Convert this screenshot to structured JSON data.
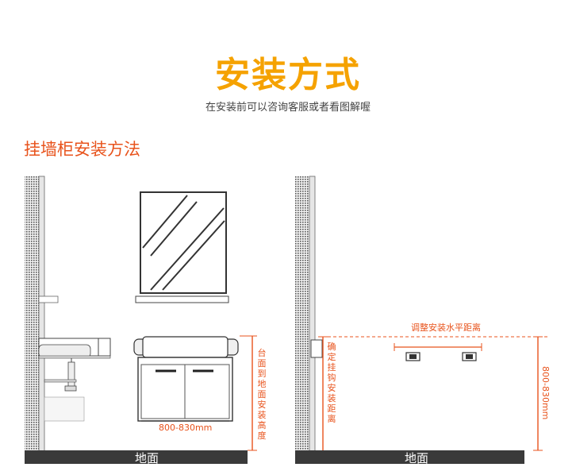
{
  "title": "安装方式",
  "subtitle": "在安装前可以咨询客服或者看图解喔",
  "section_title": "挂墙柜安装方法",
  "left_panel": {
    "measure_text": "800-830mm",
    "vertical_label": "台面到地面安装高度",
    "floor_label": "地面"
  },
  "right_panel": {
    "horizontal_label": "调整安装水平距离",
    "vertical_label": "确定挂钩安装距离",
    "measure_text": "800-830mm",
    "floor_label": "地面"
  },
  "colors": {
    "accent": "#e8531c",
    "title": "#f5a200",
    "floor": "#3a3a3a"
  }
}
